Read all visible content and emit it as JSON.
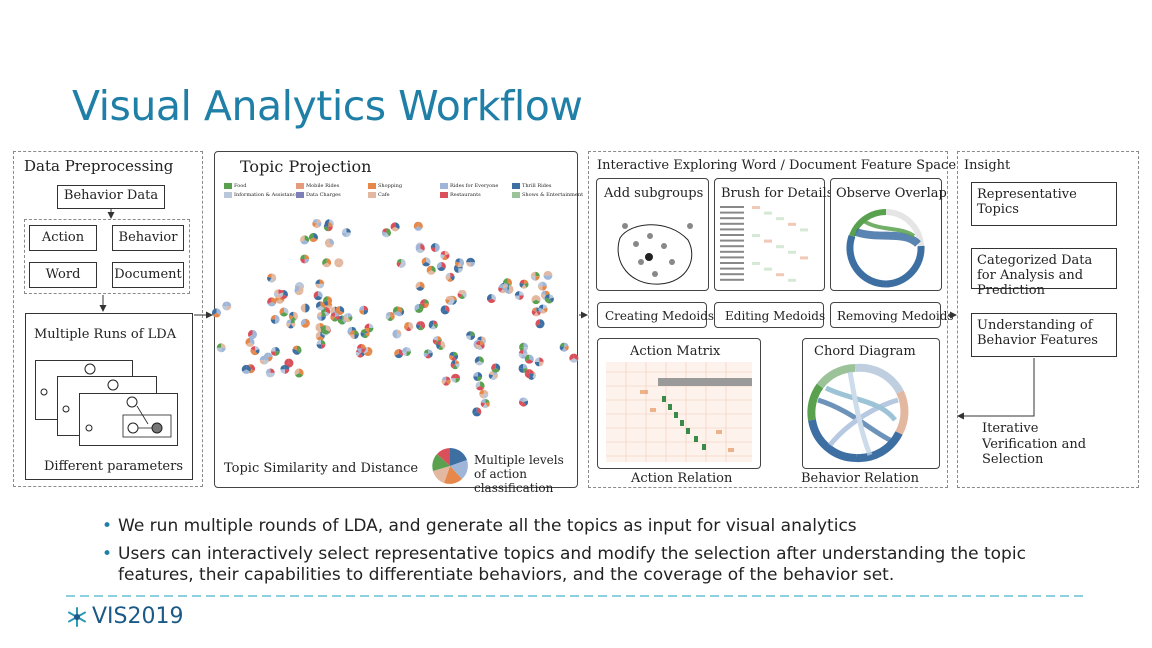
{
  "slide": {
    "title": "Visual Analytics Workflow"
  },
  "preprocessing": {
    "header": "Data Preprocessing",
    "behavior_data": "Behavior Data",
    "action": "Action",
    "behavior": "Behavior",
    "word": "Word",
    "document": "Document",
    "lda_header": "Multiple Runs of LDA",
    "lda_caption": "Different parameters"
  },
  "projection": {
    "header": "Topic Projection",
    "legend": [
      {
        "label": "Food",
        "color": "#59a14f"
      },
      {
        "label": "Information & Assistance",
        "color": "#b8c7d9"
      },
      {
        "label": "Mobile Rides",
        "color": "#e69b7c"
      },
      {
        "label": "Data Charges",
        "color": "#7e7fb8"
      },
      {
        "label": "Shopping",
        "color": "#e5884a"
      },
      {
        "label": "Cafe",
        "color": "#e3b8a0"
      },
      {
        "label": "Rides for Everyone",
        "color": "#9fb6d8"
      },
      {
        "label": "Restaurants",
        "color": "#d9505a"
      },
      {
        "label": "Thrill Rides",
        "color": "#3d6fa3"
      },
      {
        "label": "Shows & Entertainment",
        "color": "#9cc29a"
      }
    ],
    "caption_left": "Topic Similarity and Distance",
    "caption_right": "Multiple levels of action classification"
  },
  "exploring": {
    "header": "Interactive Exploring Word / Document Feature Space",
    "panels": [
      "Add subgroups",
      "Brush for Details",
      "Observe Overlap"
    ],
    "buttons": [
      "Creating Medoids",
      "Editing Medoids",
      "Removing Medoids"
    ],
    "action_matrix": "Action Matrix",
    "chord_diagram": "Chord Diagram",
    "action_relation": "Action Relation",
    "behavior_relation": "Behavior Relation"
  },
  "insight": {
    "header": "Insight",
    "boxes": [
      "Representative Topics",
      "Categorized Data for Analysis and Prediction",
      "Understanding of Behavior Features"
    ],
    "loop_label": "Iterative Verification and Selection"
  },
  "bullets": [
    "We run multiple rounds of LDA, and generate all the topics as input for visual analytics",
    "Users can interactively select representative topics and modify the selection after understanding the topic features, their capabilities to differentiate behaviors, and the coverage of the behavior set."
  ],
  "footer": {
    "logo_text": "VIS2019"
  }
}
